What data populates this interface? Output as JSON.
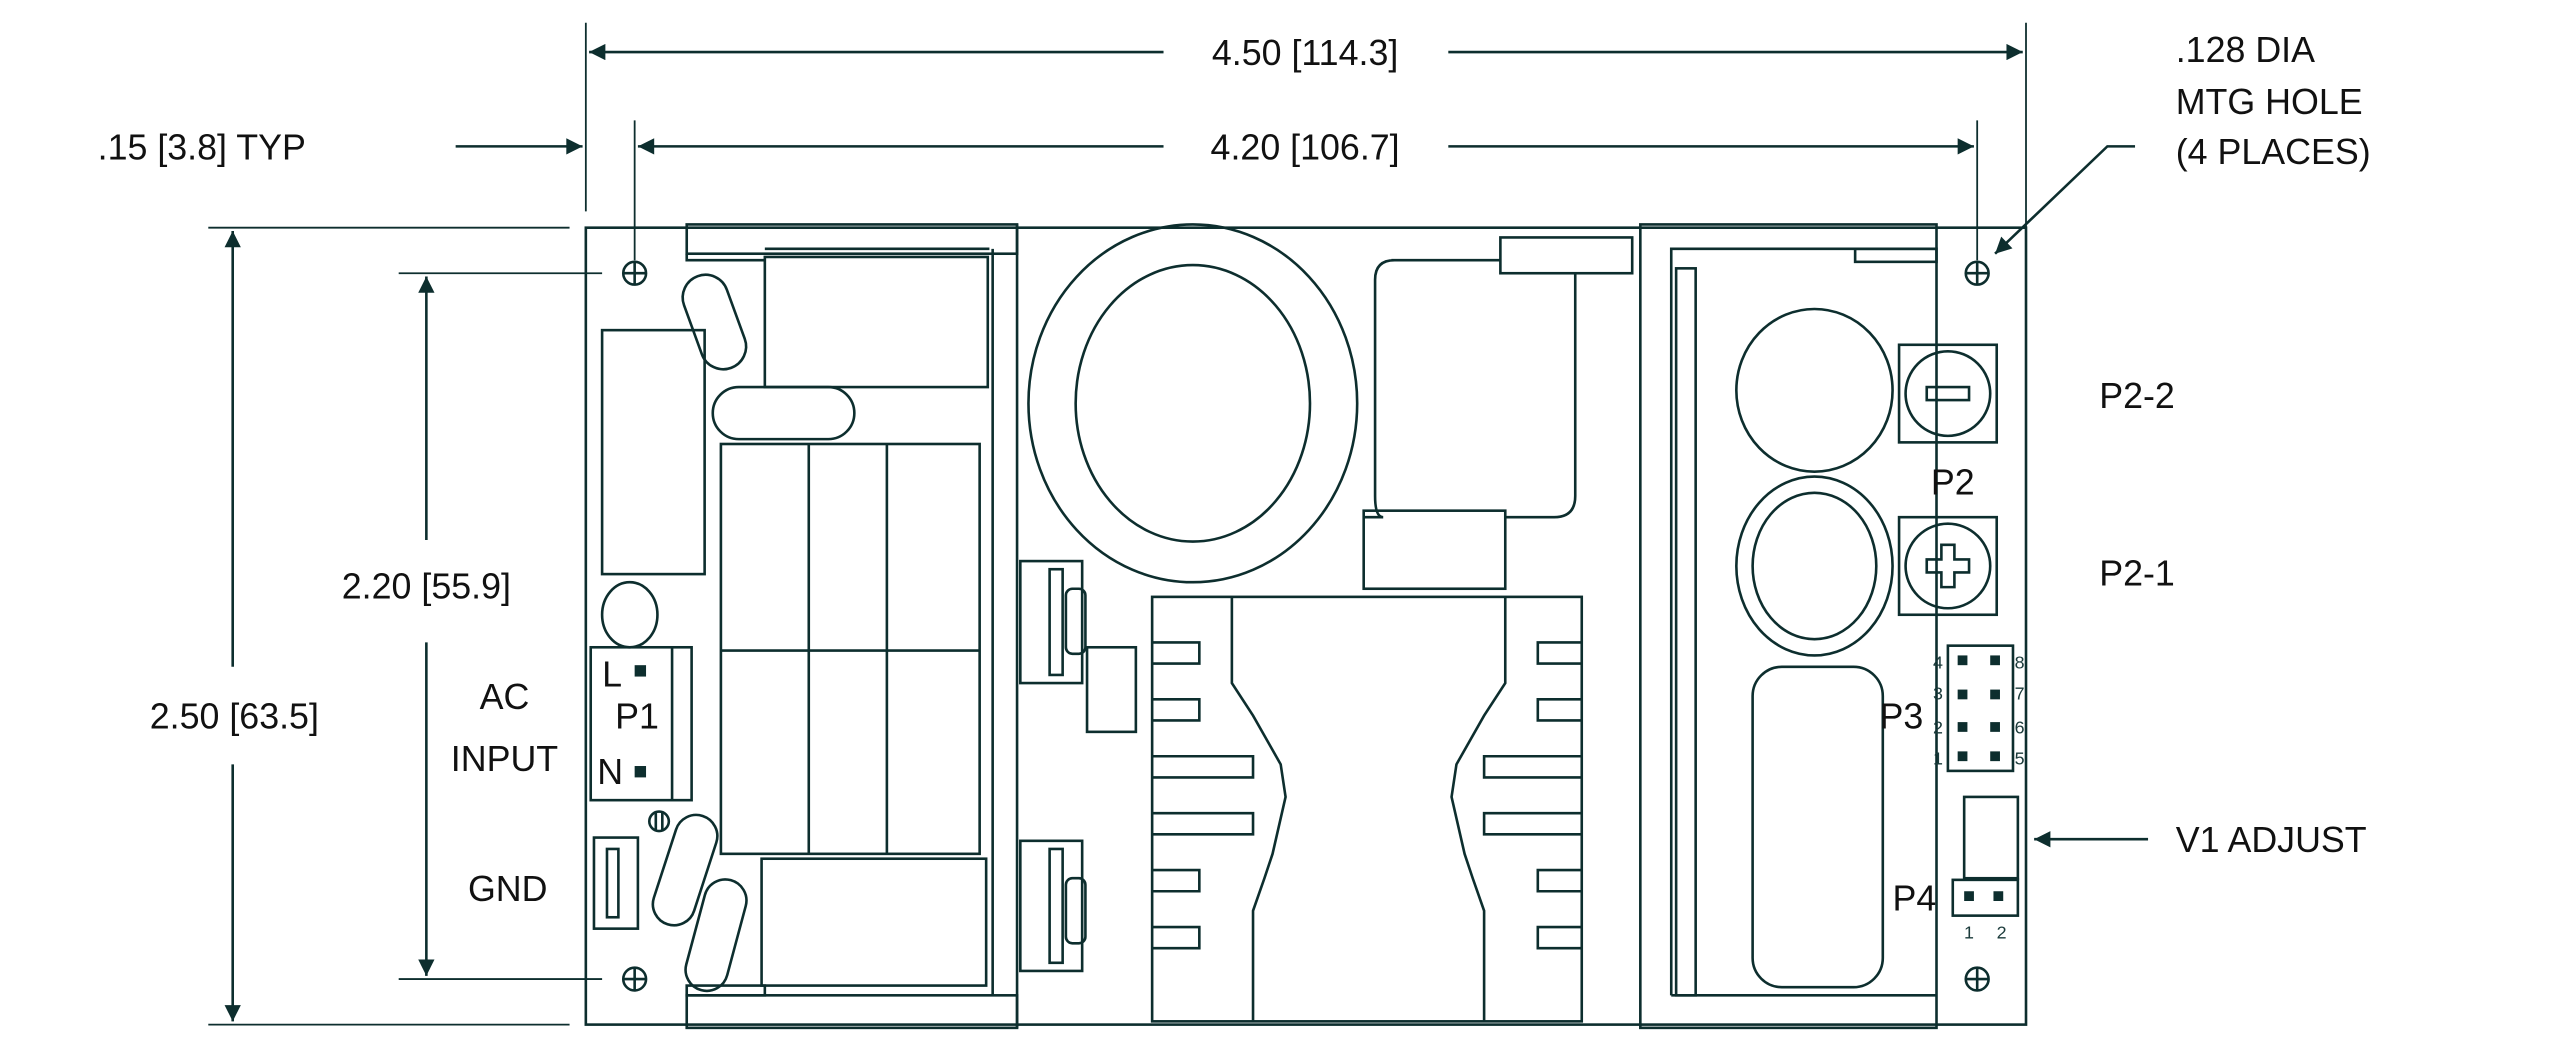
{
  "dimensions": {
    "overall_width": "4.50 [114.3]",
    "hole_spacing_width": "4.20 [106.7]",
    "edge_offset": ".15 [3.8] TYP",
    "overall_height": "2.50 [63.5]",
    "hole_spacing_height": "2.20 [55.9]"
  },
  "mounting_hole_note": [
    ".128 DIA",
    "MTG HOLE",
    "(4 PLACES)"
  ],
  "labels": {
    "ac_input": [
      "AC",
      "INPUT"
    ],
    "gnd": "GND",
    "p1": "P1",
    "p1_l": "L",
    "p1_n": "N",
    "p2": "P2",
    "p2_2": "P2-2",
    "p2_1": "P2-1",
    "p3": "P3",
    "p3_pins_left": [
      "4",
      "3",
      "2",
      "1"
    ],
    "p3_pins_right": [
      "8",
      "7",
      "6",
      "5"
    ],
    "p4": "P4",
    "p4_pins": [
      "1",
      "2"
    ],
    "v1_adjust": "V1 ADJUST"
  },
  "colors": {
    "line": "#0d2e2e",
    "background": "#ffffff"
  }
}
